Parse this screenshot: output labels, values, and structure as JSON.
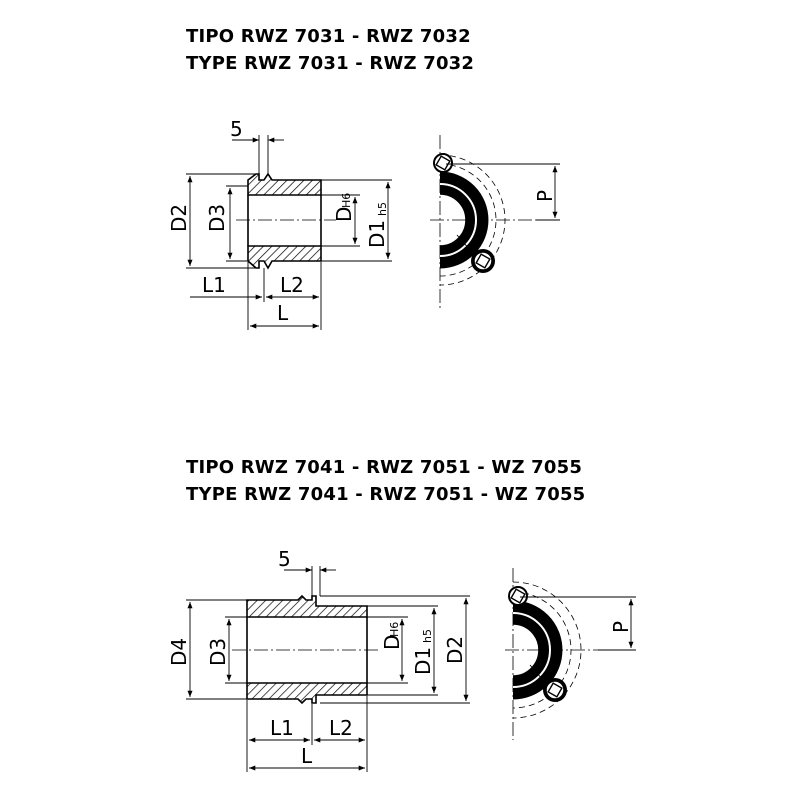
{
  "section1": {
    "title_it": "TIPO RWZ 7031 - RWZ 7032",
    "title_en": "TYPE RWZ 7031 - RWZ 7032",
    "labels": {
      "five": "5",
      "d2": "D2",
      "d3": "D3",
      "dh": "D",
      "dh_sub": "H6",
      "d1": "D1",
      "d1_sub": "h5",
      "l1": "L1",
      "l2": "L2",
      "l": "L",
      "p": "P"
    }
  },
  "section2": {
    "title_it": "TIPO RWZ 7041 - RWZ 7051 - WZ 7055",
    "title_en": "TYPE RWZ 7041 - RWZ 7051 - WZ 7055",
    "labels": {
      "five": "5",
      "d4": "D4",
      "d3": "D3",
      "dh": "D",
      "dh_sub": "H6",
      "d1": "D1",
      "d1_sub": "h5",
      "d2": "D2",
      "l1": "L1",
      "l2": "L2",
      "l": "L",
      "p": "P"
    }
  }
}
